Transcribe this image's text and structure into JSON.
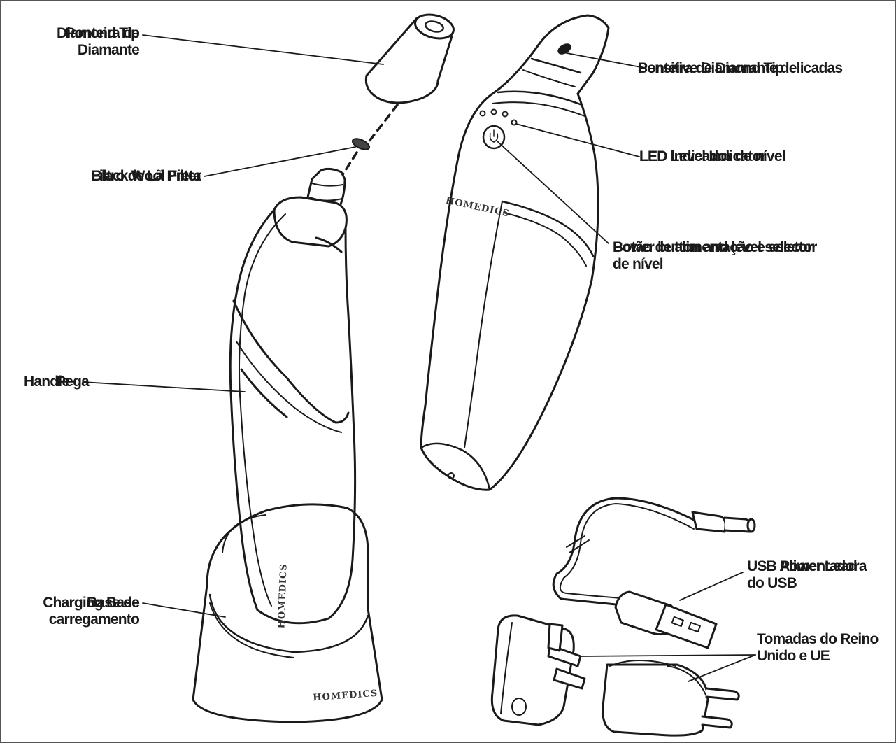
{
  "brand": "HOMEDICS",
  "labels": {
    "diamond_tip": {
      "en": "Diamond Tip",
      "pt": "Ponteira de\nDiamante"
    },
    "sensitive_tip": {
      "en": "Sensitive Diamond Tip",
      "pt": "Ponteira de Diamante delicadas"
    },
    "filter": {
      "en": "Black Wool Filter",
      "pt": "Filtro de Lã Preta"
    },
    "led": {
      "en": "LED Level Indicator",
      "pt": "LED indicador de nível"
    },
    "power": {
      "en": "Power button and level selector",
      "pt": "Botão de alimentação e seletor\nde nível"
    },
    "handle": {
      "en": "Handle",
      "pt": "Pega"
    },
    "usb": {
      "en": "USB Power Lead",
      "pt": "USB Alimentadora\ndo USB"
    },
    "plugs": {
      "en": "",
      "pt": "Tomadas do Reino\nUnido e UE"
    },
    "base": {
      "en": "Charging Base",
      "pt": "Base de\ncarregamento"
    }
  }
}
